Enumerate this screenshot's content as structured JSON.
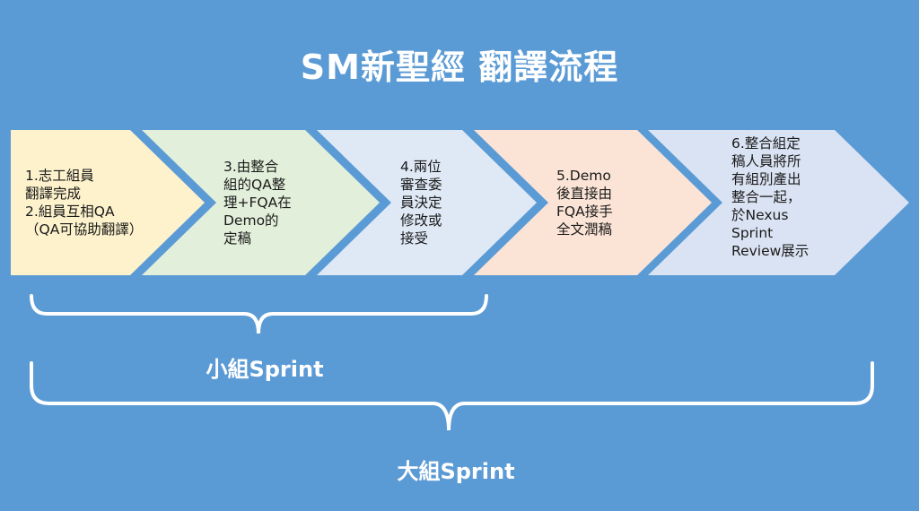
{
  "title": "SM新聖經 翻譯流程",
  "colors": {
    "background": "#5b9bd5",
    "step1": "#fdf2cc",
    "step2": "#e2efda",
    "step3": "#dfe9f6",
    "step4": "#fbe4d6",
    "step5": "#dae3f3"
  },
  "steps": [
    {
      "text": "1.志工組員\n     翻譯完成\n2.組員互相QA\n（QA可協助翻譯）"
    },
    {
      "text": "3.由整合\n組的QA整\n理+FQA在\nDemo的\n定稿"
    },
    {
      "text": "4.兩位\n審查委\n員決定\n修改或\n接受"
    },
    {
      "text": "5.Demo\n後直接由\nFQA接手\n全文潤稿"
    },
    {
      "text": "6.整合組定\n稿人員將所\n有組別產出\n整合一起，\n於Nexus\nSprint\nReview展示"
    }
  ],
  "brackets": {
    "small": "小組Sprint",
    "large": "大組Sprint"
  }
}
